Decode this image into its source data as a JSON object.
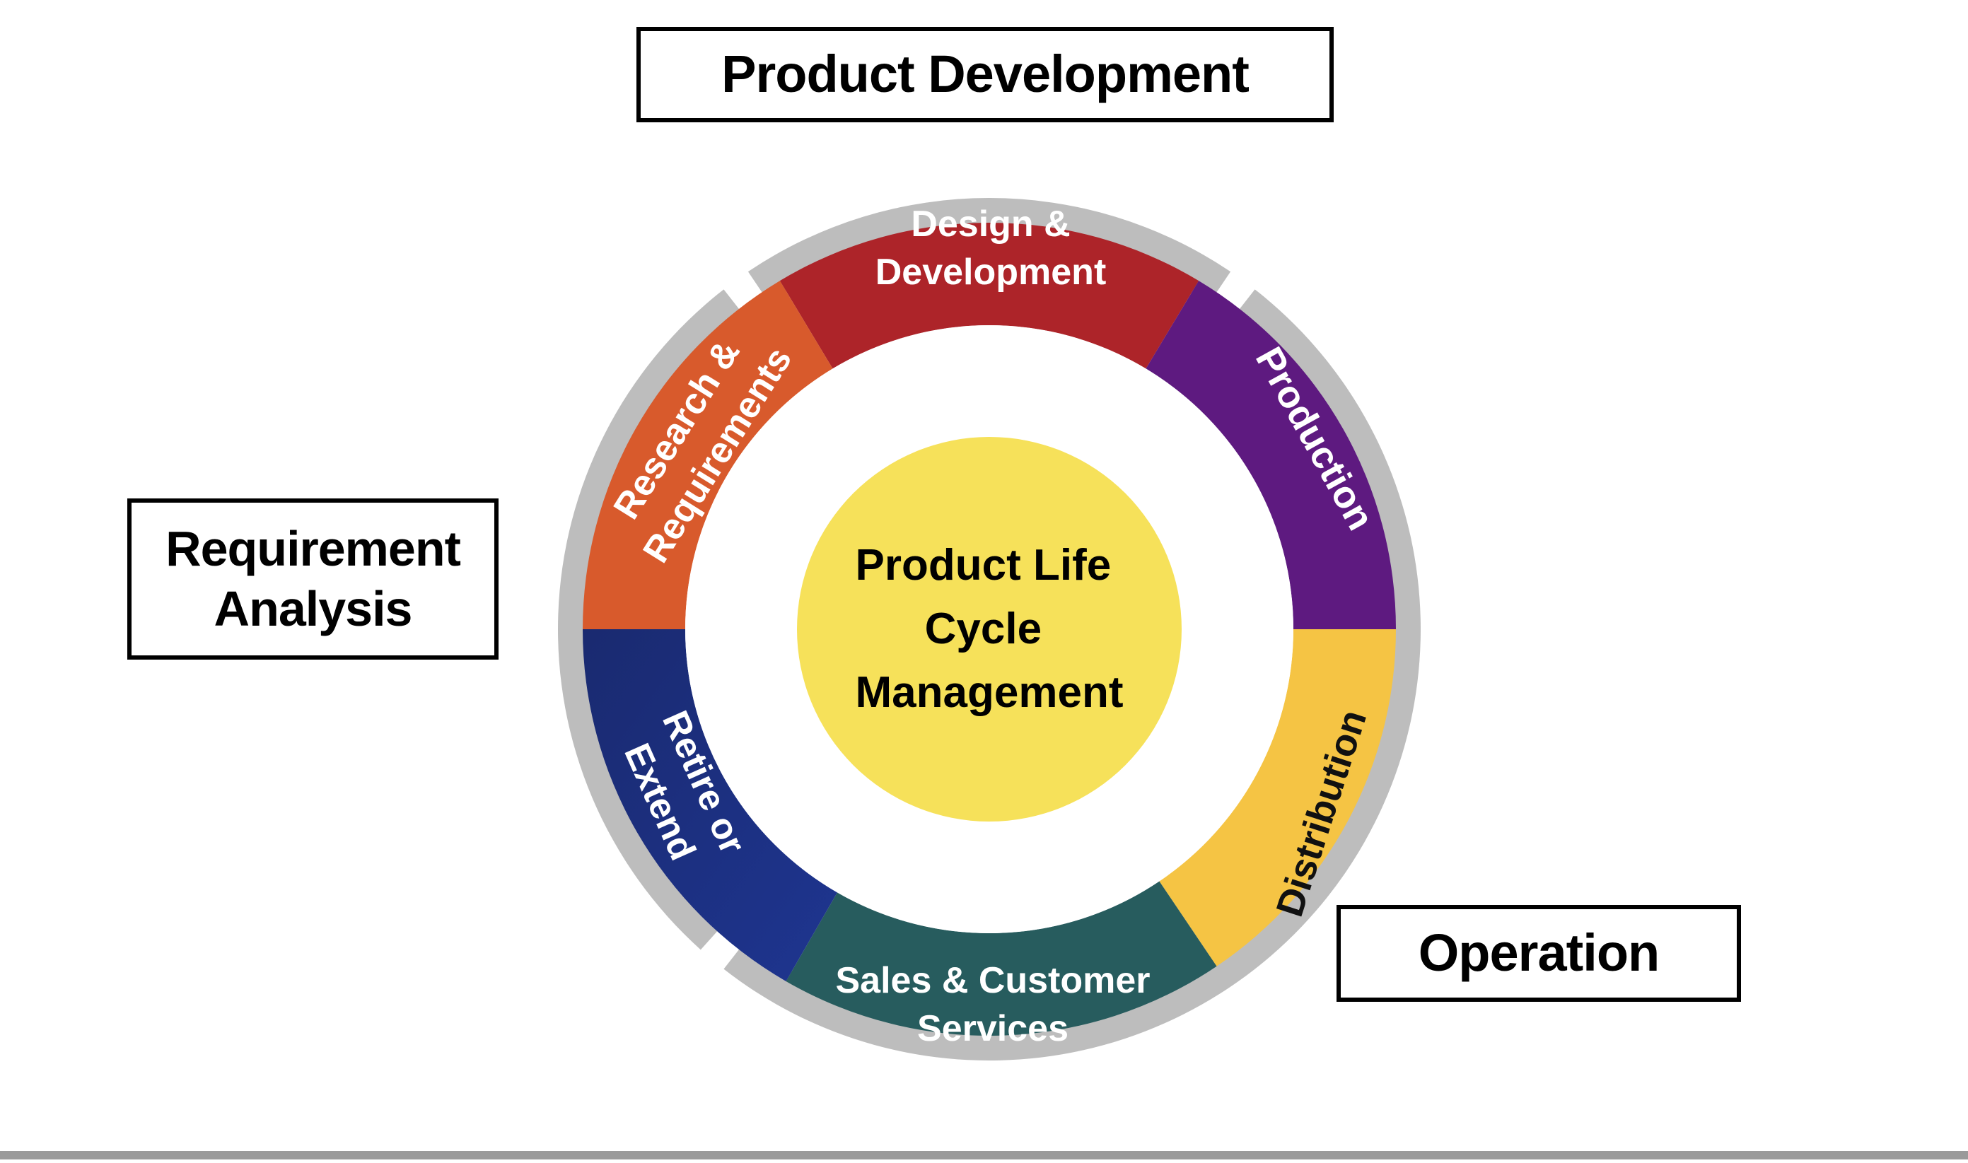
{
  "diagram": {
    "center_label": [
      "Product Life",
      "Cycle",
      "Management"
    ],
    "phases": [
      {
        "key": "product_development",
        "label": "Product Development"
      },
      {
        "key": "requirement_analysis",
        "label": "Requirement\nAnalysis"
      },
      {
        "key": "operation",
        "label": "Operation"
      }
    ],
    "stages": [
      {
        "key": "design",
        "lines": [
          "Design &",
          "Development"
        ],
        "color": "#ad2429",
        "text_color": "#ffffff"
      },
      {
        "key": "production",
        "lines": [
          "Production"
        ],
        "color": "#5e1a80",
        "text_color": "#ffffff"
      },
      {
        "key": "distribution",
        "lines": [
          "Distribution"
        ],
        "color": "#f5c444",
        "text_color": "#111111"
      },
      {
        "key": "sales",
        "lines": [
          "Sales & Customer",
          "Services"
        ],
        "color": "#275c5e",
        "text_color": "#ffffff"
      },
      {
        "key": "retire",
        "lines": [
          "Retire or",
          "Extend"
        ],
        "color": "#1c2d78",
        "text_color": "#ffffff"
      },
      {
        "key": "research",
        "lines": [
          "Research &",
          "Requirements"
        ],
        "color": "#d85a2c",
        "text_color": "#ffffff"
      }
    ],
    "colors": {
      "outer_ring": "#bdbdbd",
      "center_fill": "#f6e15a",
      "box_border": "#000000"
    }
  }
}
